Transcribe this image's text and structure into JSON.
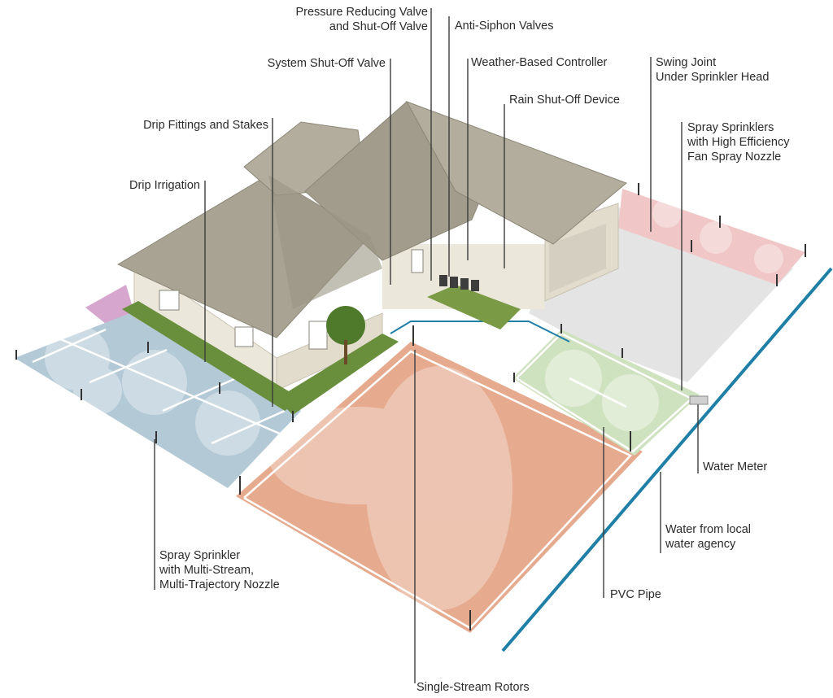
{
  "labels": {
    "pressure_reducing_valve": [
      "Pressure Reducing Valve",
      "and Shut-Off Valve"
    ],
    "anti_siphon_valves": [
      "Anti-Siphon Valves"
    ],
    "system_shutoff_valve": [
      "System Shut-Off Valve"
    ],
    "weather_controller": [
      "Weather-Based Controller"
    ],
    "swing_joint": [
      "Swing Joint",
      "Under Sprinkler Head"
    ],
    "rain_shutoff": [
      "Rain Shut-Off Device"
    ],
    "drip_fittings": [
      "Drip Fittings and Stakes"
    ],
    "spray_sprinklers_he": [
      "Spray Sprinklers",
      "with High Efficiency",
      "Fan Spray Nozzle"
    ],
    "drip_irrigation": [
      "Drip Irrigation"
    ],
    "water_meter": [
      "Water Meter"
    ],
    "water_agency": [
      "Water from local",
      "water agency"
    ],
    "spray_multistream": [
      "Spray Sprinkler",
      "with Multi-Stream,",
      "Multi-Trajectory Nozzle"
    ],
    "pvc_pipe": [
      "PVC Pipe"
    ],
    "single_stream_rotors": [
      "Single-Stream Rotors"
    ]
  },
  "colors": {
    "blue_lawn": "#b3c9d6",
    "orange_lawn": "#e6ab8f",
    "green_lawn": "#cfe2bf",
    "pink_strip": "#f0c6c6",
    "purple_strip": "#d7a6cf",
    "roof": "#a9a393",
    "wall": "#ece7db",
    "water_line": "#1f7fa6",
    "driveway": "#e6e6e6"
  }
}
